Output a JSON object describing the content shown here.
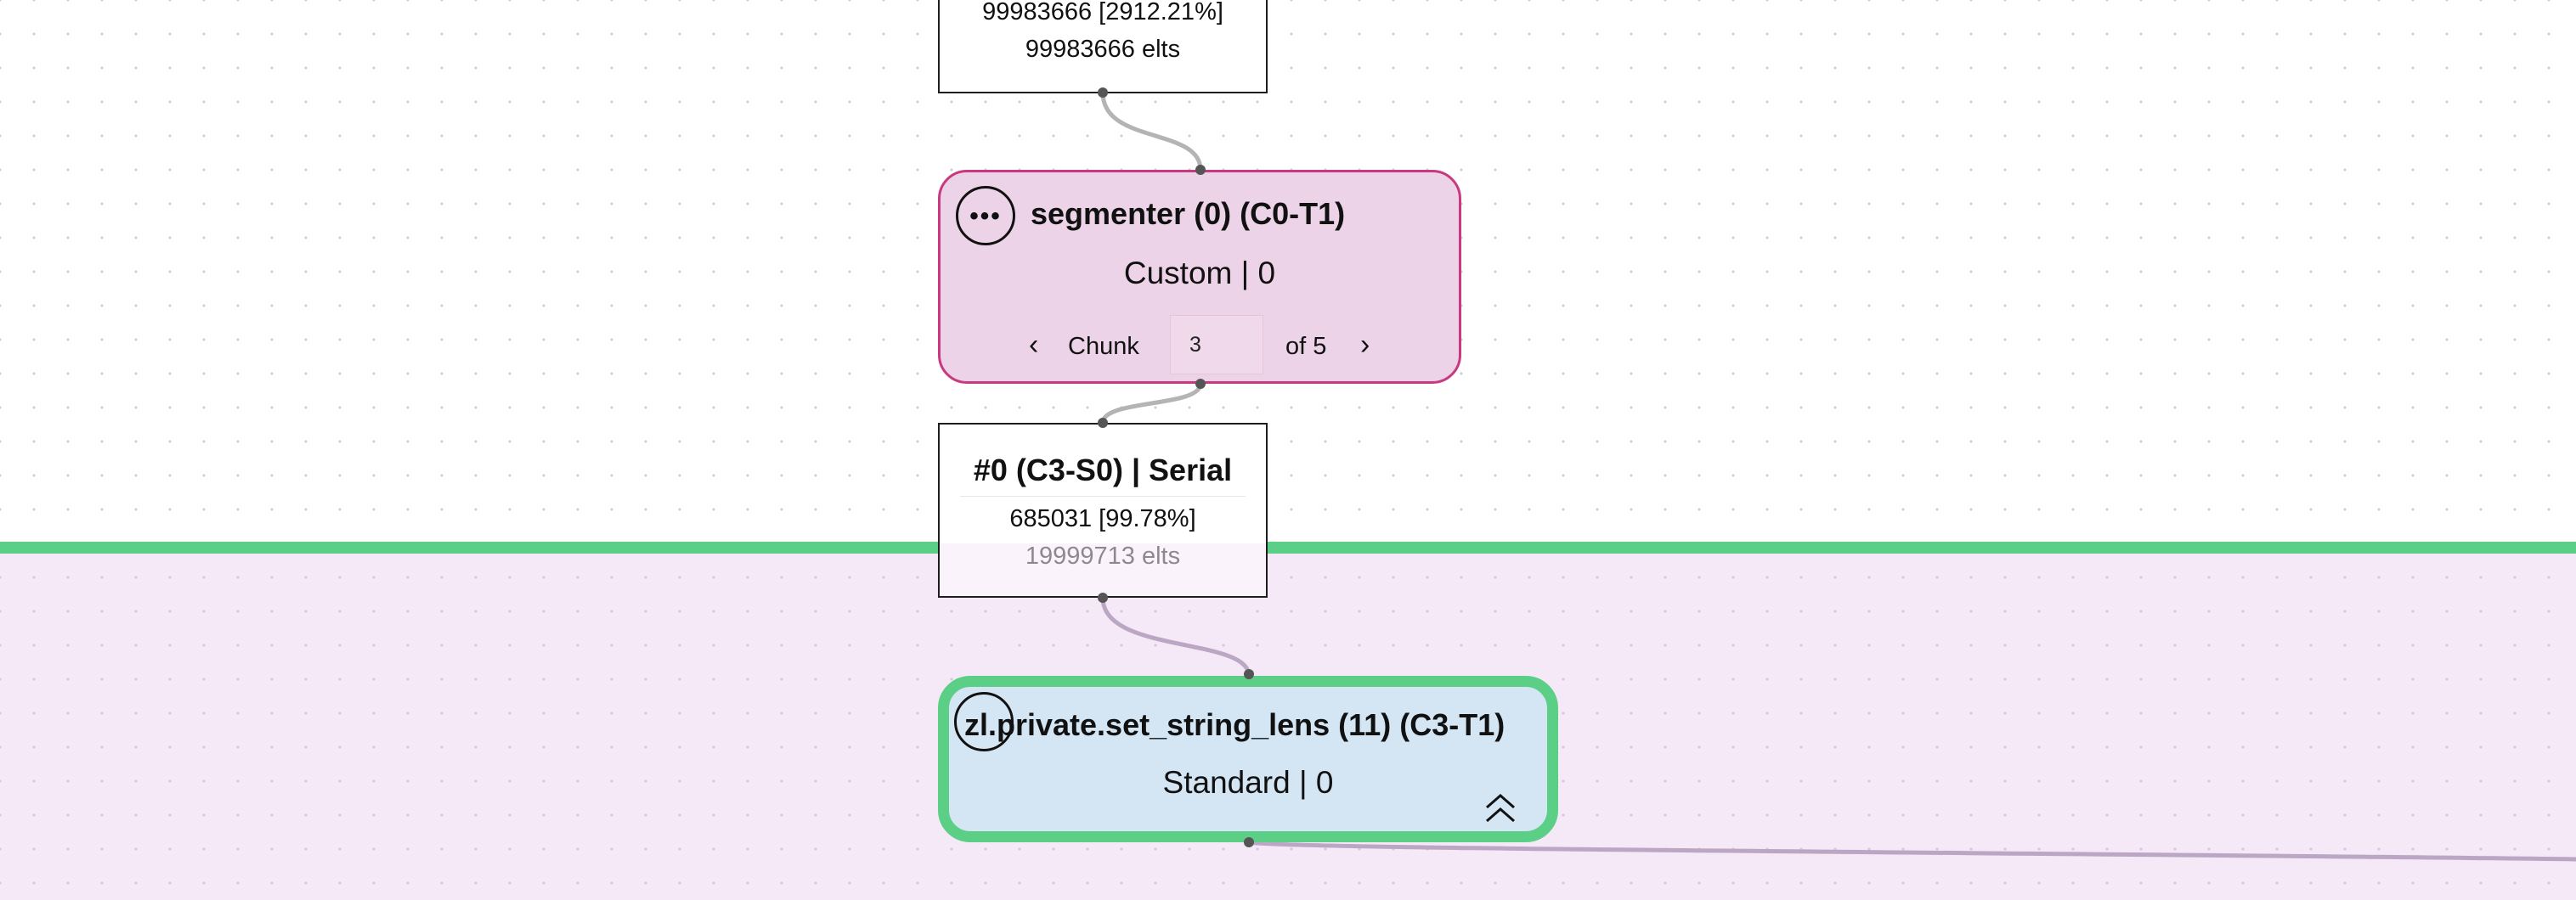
{
  "top_stat": {
    "line1": "99983666 [2912.21%]",
    "line2": "99983666 elts"
  },
  "segmenter_node": {
    "title": "segmenter (0) (C0-T1)",
    "subtitle": "Custom | 0",
    "menu_icon": "ellipsis-icon",
    "chunk": {
      "label": "Chunk",
      "value": "3",
      "of_label": "of 5",
      "prev_icon": "chevron-left-icon",
      "next_icon": "chevron-right-icon"
    }
  },
  "mid_stat": {
    "title": "#0 (C3-S0) | Serial",
    "line1": "685031 [99.78%]",
    "line2": "19999713 elts"
  },
  "set_string_lens_node": {
    "title": "zl.private.set_string_lens (11) (C3-T1)",
    "subtitle": "Standard | 0",
    "menu_icon": "circle-icon",
    "collapse_icon": "double-chevron-up-icon"
  },
  "colors": {
    "segmenter_fill": "#ecd3e7",
    "segmenter_border": "#c9397f",
    "selected_node_fill": "#d4e6f4",
    "selection_border": "#5ccf87",
    "lower_region_bg": "#f5e9f8",
    "edge": "#b4b4b4"
  }
}
